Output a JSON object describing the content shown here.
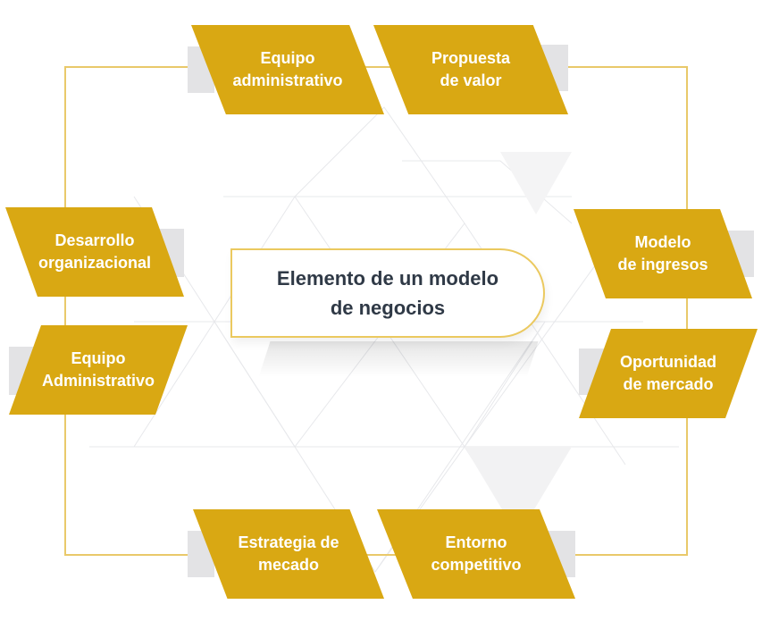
{
  "diagram": {
    "center_title": "Elemento de un modelo\nde negocios",
    "nodes": [
      {
        "id": "equipo-administrativo-top",
        "label": "Equipo\nadministrativo"
      },
      {
        "id": "propuesta-de-valor",
        "label": "Propuesta\nde valor"
      },
      {
        "id": "desarrollo-organizacional",
        "label": "Desarrollo\norganizacional"
      },
      {
        "id": "modelo-de-ingresos",
        "label": "Modelo\nde ingresos"
      },
      {
        "id": "equipo-administrativo-left",
        "label": "Equipo\nAdministrativo"
      },
      {
        "id": "oportunidad-de-mercado",
        "label": "Oportunidad\nde mercado"
      },
      {
        "id": "estrategia-de-mecado",
        "label": "Estrategia de\nmecado"
      },
      {
        "id": "entorno-competitivo",
        "label": "Entorno\ncompetitivo"
      }
    ],
    "colors": {
      "node_fill": "#d9a813",
      "frame": "#e9c96a",
      "center_text": "#2f3946",
      "node_text": "#ffffff"
    }
  }
}
